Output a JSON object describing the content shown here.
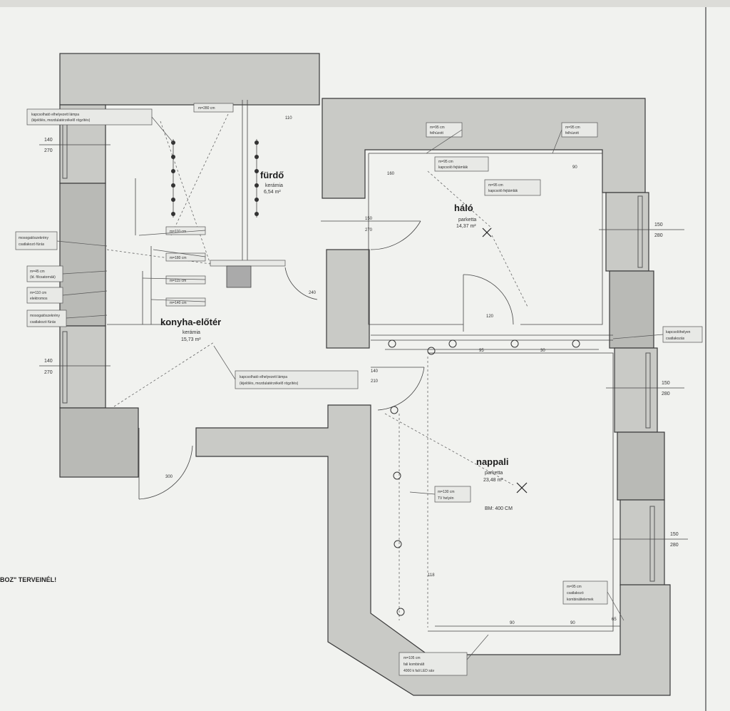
{
  "rooms": {
    "furdo": {
      "name": "fürdő",
      "floor": "kerámia",
      "area": "6,54 m²"
    },
    "halo": {
      "name": "háló",
      "floor": "parketta",
      "area": "14,37 m²"
    },
    "konyha": {
      "name": "konyha-előtér",
      "floor": "kerámia",
      "area": "15,73 m²"
    },
    "nappali": {
      "name": "nappali",
      "floor": "parketta",
      "area": "23,48 m²",
      "extra": "BM: 400 CM"
    }
  },
  "dims": {
    "d110": "110",
    "d160": "160",
    "d150": "150",
    "d270": "270",
    "d140": "140",
    "d280": "280",
    "d90": "90",
    "d95": "95",
    "d30": "30",
    "d118": "118",
    "d210": "210",
    "d65": "65",
    "d120": "120",
    "d240": "240",
    "d300": "300"
  },
  "side_labels": {
    "l1": "140",
    "l1b": "270",
    "l2": "140",
    "l2b": "270",
    "r1": "150",
    "r1b": "280",
    "r2": "150",
    "r2b": "280",
    "r3": "150",
    "r3b": "280"
  },
  "notes": {
    "n_lamp1": "kapcsolható elhelyezett lámpa",
    "n_lamp1b": "(kijelölés, mozdulatérzékelő rögzítés)",
    "n_h280": "m=280 cm",
    "n_h95": "m=95 cm",
    "n_h95b": "felhúzott",
    "n_h95c": "m=95 cm",
    "n_h95d": "felhúzott",
    "n_kapcs1": "m=95 cm",
    "n_kapcs1b": "kapcsoló fejtámlák",
    "n_kapcs2": "m=95 cm",
    "n_kapcs2b": "kapcsoló fejtámlák",
    "n_m110": "m=110 cm",
    "n_m180": "m=180 cm",
    "n_m115": "m=115 cm",
    "n_m140": "m=140 cm",
    "n_vez1": "mosogatószekrény",
    "n_vez1b": "csatlakozó fúrás",
    "n_m45": "m=45 cm",
    "n_m45b": "(ld. főcsatornák)",
    "n_m110b": "m=110 cm",
    "n_m110c": "elektromos",
    "n_vez2": "mosogatószekrény",
    "n_vez2b": "csatlakozó fúrás",
    "n_lamp2": "kapcsolható elhelyezett lámpa",
    "n_lamp2b": "(kijelölés, mozdulatérzékelő rögzítés)",
    "n_tv1": "m=130 cm",
    "n_tv1b": "TV helyén",
    "n_kap": "kapcsolóhelyen",
    "n_kapb": "csatlakozás",
    "n_m95n": "m=95 cm",
    "n_m95nb": "csatlakozó",
    "n_m95nc": "kombináltelemek",
    "n_led": "m=105 cm",
    "n_ledb": "fali kombinált",
    "n_ledc": "4000 k fali LED sáv"
  },
  "caption": "BOZ\" TERVEINÉL!"
}
